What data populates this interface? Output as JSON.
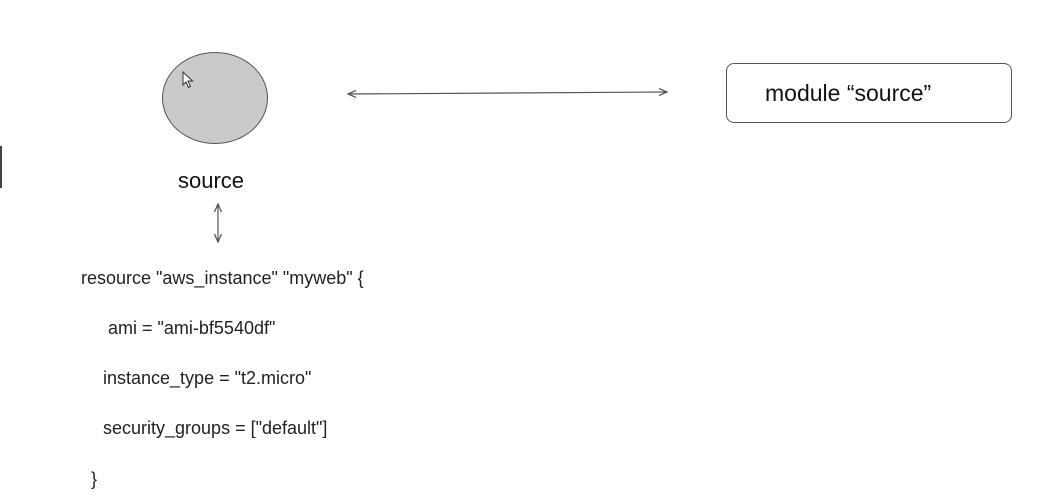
{
  "diagram": {
    "node_label": "source",
    "module_label": "module “source”",
    "colors": {
      "node_fill": "#cbc9cc",
      "stroke": "#555555",
      "text": "#222222"
    }
  },
  "code": {
    "lines": [
      "resource \"aws_instance\" \"myweb\" {",
      "ami = \"ami-bf5540df\"",
      "instance_type = \"t2.micro\"",
      "security_groups = [\"default\"]",
      "}"
    ]
  }
}
